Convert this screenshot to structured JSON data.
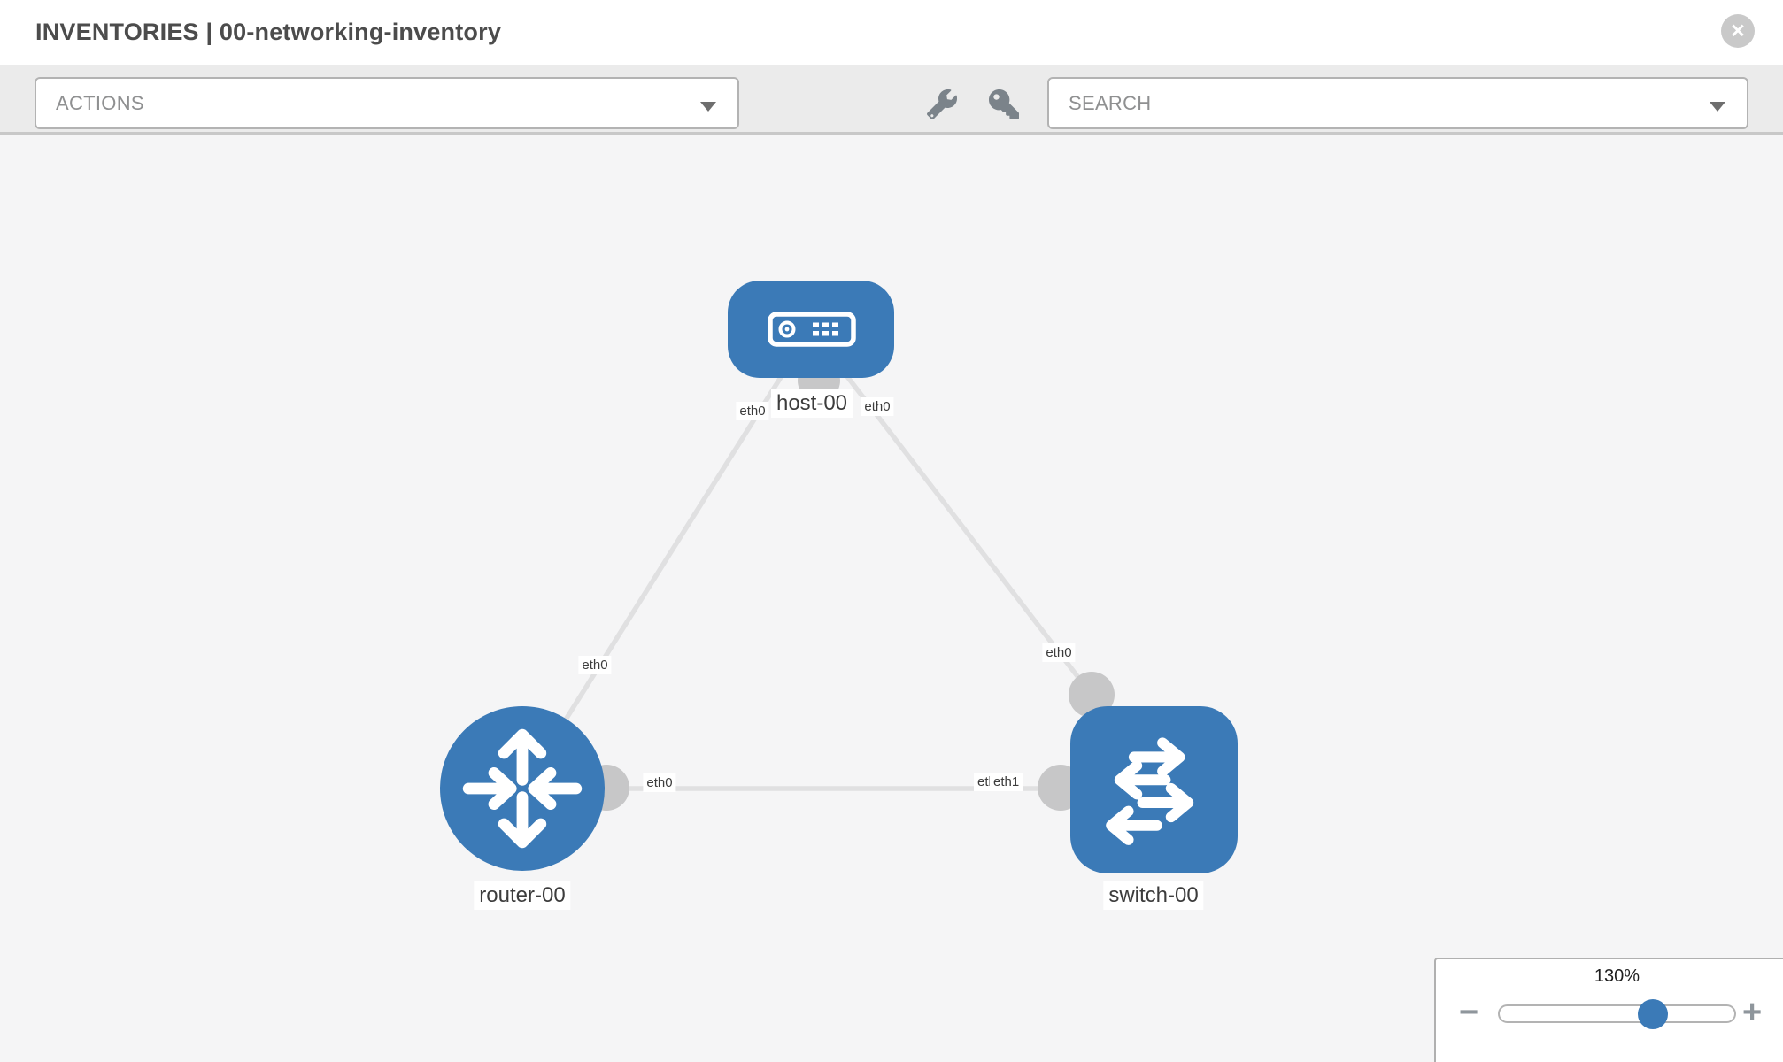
{
  "header": {
    "title": "INVENTORIES | 00-networking-inventory",
    "close_icon": "✕"
  },
  "toolbar": {
    "actions_label": "ACTIONS",
    "search_label": "SEARCH"
  },
  "topology": {
    "nodes": [
      {
        "id": "host-00",
        "label": "host-00",
        "type": "host"
      },
      {
        "id": "router-00",
        "label": "router-00",
        "type": "router"
      },
      {
        "id": "switch-00",
        "label": "switch-00",
        "type": "switch"
      }
    ],
    "links": [
      {
        "from": "host-00",
        "to": "router-00",
        "from_interface": "eth0",
        "to_interface": "eth0"
      },
      {
        "from": "host-00",
        "to": "switch-00",
        "from_interface": "eth0",
        "to_interface": "eth0"
      },
      {
        "from": "router-00",
        "to": "switch-00",
        "from_interface": "eth0",
        "to_interface": "eth1"
      }
    ],
    "interface_labels": {
      "host_to_router": "eth0",
      "host_to_switch": "eth0",
      "router_to_host": "eth0",
      "switch_to_host": "eth0",
      "router_to_switch": "eth0",
      "switch_to_router_back": "eth0",
      "switch_to_router": "eth1"
    }
  },
  "zoom_control": {
    "level": "130%",
    "minus_icon": "−",
    "plus_icon": "+"
  },
  "colors": {
    "node_blue": "#3b7ab7",
    "canvas_bg": "#f5f5f6",
    "link_gray": "#e0e0e1",
    "dot_gray": "#c7c7c8"
  }
}
